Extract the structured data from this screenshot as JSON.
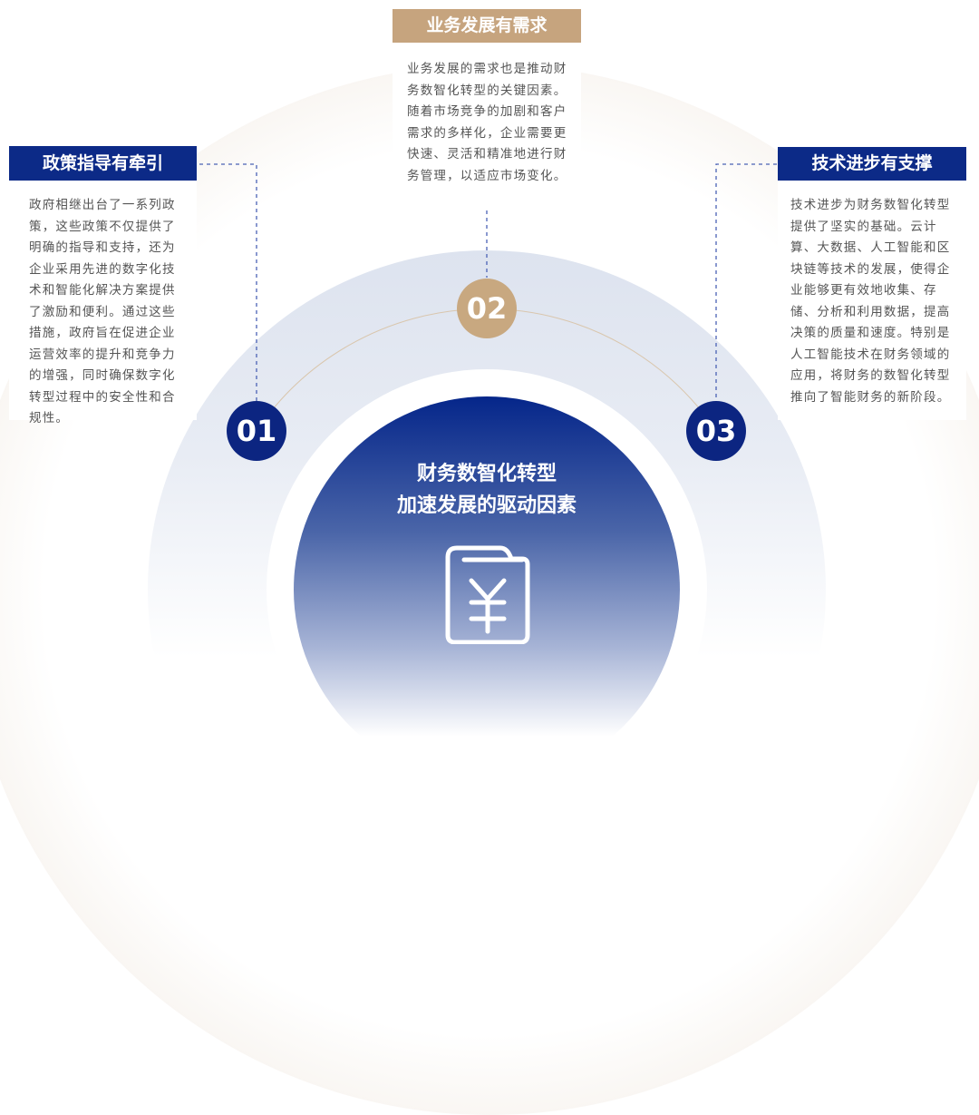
{
  "center": {
    "title_line1": "财务数智化转型",
    "title_line2": "加速发展的驱动因素",
    "icon": "yen-document-icon"
  },
  "factors": [
    {
      "number": "01",
      "title": "政策指导有牵引",
      "text": "政府相继出台了一系列政策，这些政策不仅提供了明确的指导和支持，还为企业采用先进的数字化技术和智能化解决方案提供了激励和便利。通过这些措施，政府旨在促进企业运营效率的提升和竞争力的增强，同时确保数字化转型过程中的安全性和合规性。",
      "color": "#0c2a87"
    },
    {
      "number": "02",
      "title": "业务发展有需求",
      "text": "业务发展的需求也是推动财务数智化转型的关键因素。随着市场竞争的加剧和客户需求的多样化，企业需要更快速、灵活和精准地进行财务管理，以适应市场变化。",
      "color": "#c6a47e"
    },
    {
      "number": "03",
      "title": "技术进步有支撑",
      "text": "技术进步为财务数智化转型提供了坚实的基础。云计算、大数据、人工智能和区块链等技术的发展，使得企业能够更有效地收集、存储、分析和利用数据，提高决策的质量和速度。特别是人工智能技术在财务领域的应用，将财务的数智化转型推向了智能财务的新阶段。",
      "color": "#0c2a87"
    }
  ]
}
